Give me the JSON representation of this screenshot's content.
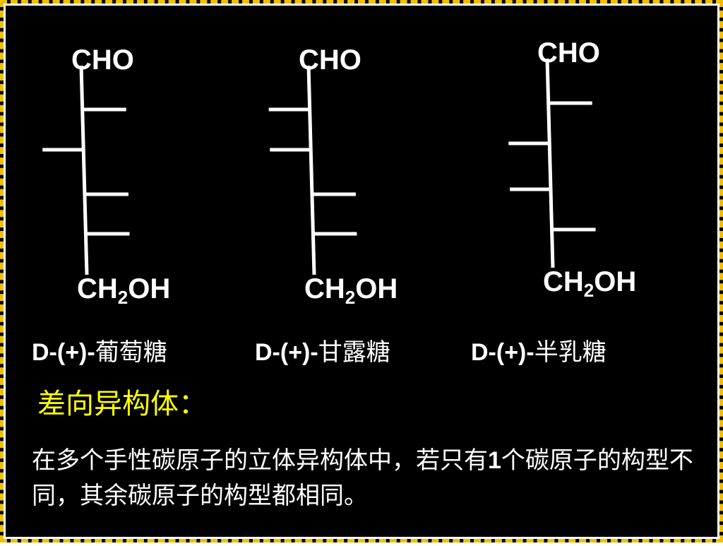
{
  "colors": {
    "background": "#000000",
    "border_dash": "#f0c000",
    "text": "#ffffff",
    "heading": "#ffff00",
    "bonds": "#ffffff"
  },
  "groups": {
    "top": "CHO",
    "bottom_prefix": "CH",
    "bottom_subscript": "2",
    "bottom_suffix": "OH"
  },
  "molecules": [
    {
      "name_prefix": "D-(+)-",
      "name_cn": "葡萄糖",
      "substituent_sides": [
        "right",
        "left",
        "right",
        "right"
      ]
    },
    {
      "name_prefix": "D-(+)-",
      "name_cn": "甘露糖",
      "substituent_sides": [
        "left",
        "left",
        "right",
        "right"
      ]
    },
    {
      "name_prefix": "D-(+)-",
      "name_cn": "半乳糖",
      "substituent_sides": [
        "right",
        "left",
        "left",
        "right"
      ]
    }
  ],
  "heading": "差向异构体：",
  "definition": {
    "part1": "在多个手性碳原子的立体异构体中，若只有",
    "number": "1",
    "part2": "个碳原子的构型不同，其余碳原子的构型都相同。"
  }
}
